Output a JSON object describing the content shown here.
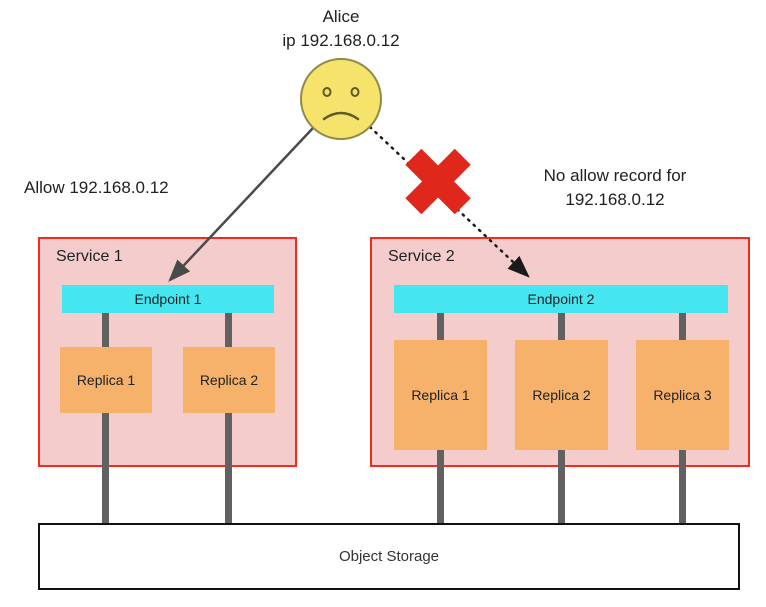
{
  "actor": {
    "name": "Alice",
    "ip_line": "ip 192.168.0.12"
  },
  "annotations": {
    "allow": "Allow 192.168.0.12",
    "deny_line1": "No allow record for",
    "deny_line2": "192.168.0.12"
  },
  "services": [
    {
      "title": "Service 1",
      "endpoint": "Endpoint 1",
      "replicas": [
        "Replica 1",
        "Replica 2"
      ]
    },
    {
      "title": "Service 2",
      "endpoint": "Endpoint 2",
      "replicas": [
        "Replica 1",
        "Replica 2",
        "Replica 3"
      ]
    }
  ],
  "storage": {
    "label": "Object Storage"
  },
  "icons": {
    "cross": "✖",
    "face": "sad-face"
  },
  "colors": {
    "service_fill": "#f4cccc",
    "service_border": "#f52a1e",
    "endpoint_fill": "#45e6ef",
    "replica_fill": "#f6b26b",
    "connector_gray": "#616161",
    "cross_red": "#e0271b",
    "face_yellow": "#f5e36c",
    "storage_border": "#111111"
  }
}
